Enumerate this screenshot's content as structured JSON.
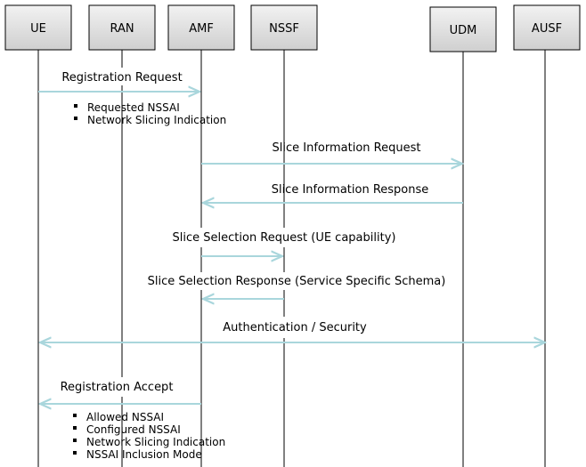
{
  "entities": [
    {
      "id": "ue",
      "label": "UE"
    },
    {
      "id": "ran",
      "label": "RAN"
    },
    {
      "id": "amf",
      "label": "AMF"
    },
    {
      "id": "nssf",
      "label": "NSSF"
    },
    {
      "id": "udm",
      "label": "UDM"
    },
    {
      "id": "ausf",
      "label": "AUSF"
    }
  ],
  "messages": [
    {
      "label": "Registration Request",
      "from": "ue",
      "to": "amf",
      "notes": [
        "Requested NSSAI",
        "Network Slicing Indication"
      ]
    },
    {
      "label": "Slice Information Request",
      "from": "amf",
      "to": "udm",
      "notes": []
    },
    {
      "label": "Slice Information Response",
      "from": "udm",
      "to": "amf",
      "notes": []
    },
    {
      "label": "Slice Selection Request (UE capability)",
      "from": "amf",
      "to": "nssf",
      "notes": []
    },
    {
      "label": "Slice Selection Response (Service Specific Schema)",
      "from": "nssf",
      "to": "amf",
      "notes": []
    },
    {
      "label": "Authentication / Security",
      "from": "ue",
      "to": "ausf",
      "bidirectional": true,
      "notes": []
    },
    {
      "label": "Registration Accept",
      "from": "amf",
      "to": "ue",
      "notes": [
        "Allowed NSSAI",
        "Configured NSSAI",
        "Network Slicing Indication",
        "NSSAI Inclusion Mode"
      ]
    }
  ],
  "colors": {
    "arrow": "#a9d6dc",
    "box_top": "#f2f2f2",
    "box_bottom": "#d0d0d0"
  }
}
